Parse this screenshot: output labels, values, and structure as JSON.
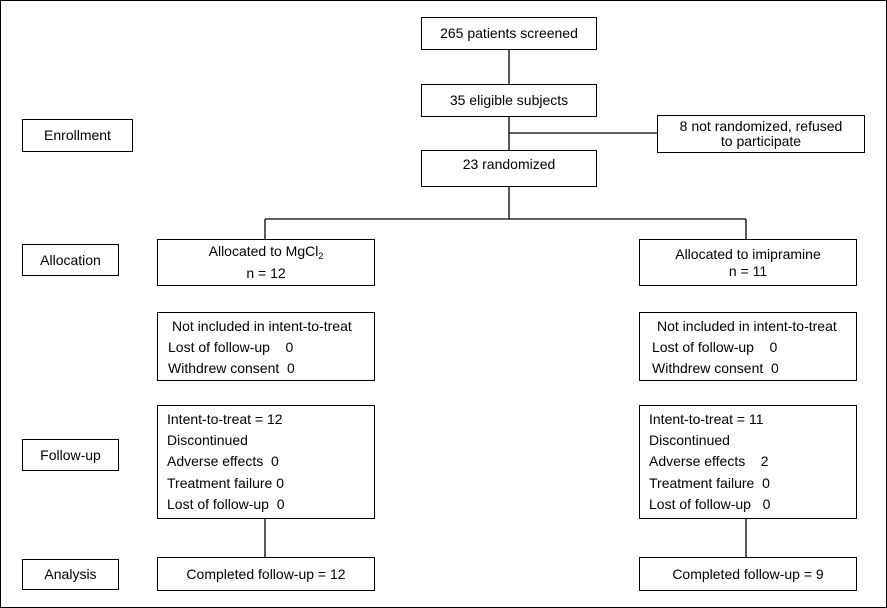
{
  "stages": {
    "enrollment": "Enrollment",
    "allocation": "Allocation",
    "followup": "Follow-up",
    "analysis": "Analysis"
  },
  "enrollment": {
    "screened": "265 patients screened",
    "eligible": "35 eligible subjects",
    "not_randomized_line1": "8 not randomized, refused",
    "not_randomized_line2": "to participate",
    "randomized": "23 randomized"
  },
  "arms": {
    "left": {
      "allocated_prefix": "Allocated to MgCl",
      "allocated_subscript": "2",
      "n": "n = 12",
      "excluded": [
        "Not included in intent-to-treat",
        "Lost of follow-up    0",
        "Withdrew consent  0"
      ],
      "followup": [
        "Intent-to-treat = 12",
        "Discontinued",
        "Adverse effects  0",
        "Treatment failure 0",
        "Lost of follow-up  0"
      ],
      "analysis": "Completed follow-up = 12"
    },
    "right": {
      "allocated": "Allocated to imipramine",
      "n": "n = 11",
      "excluded": [
        "Not included in intent-to-treat",
        "Lost of follow-up    0",
        "Withdrew consent  0"
      ],
      "followup": [
        "Intent-to-treat = 11",
        "Discontinued",
        "Adverse effects    2",
        "Treatment failure  0",
        "Lost of follow-up   0"
      ],
      "analysis": "Completed follow-up = 9"
    }
  }
}
